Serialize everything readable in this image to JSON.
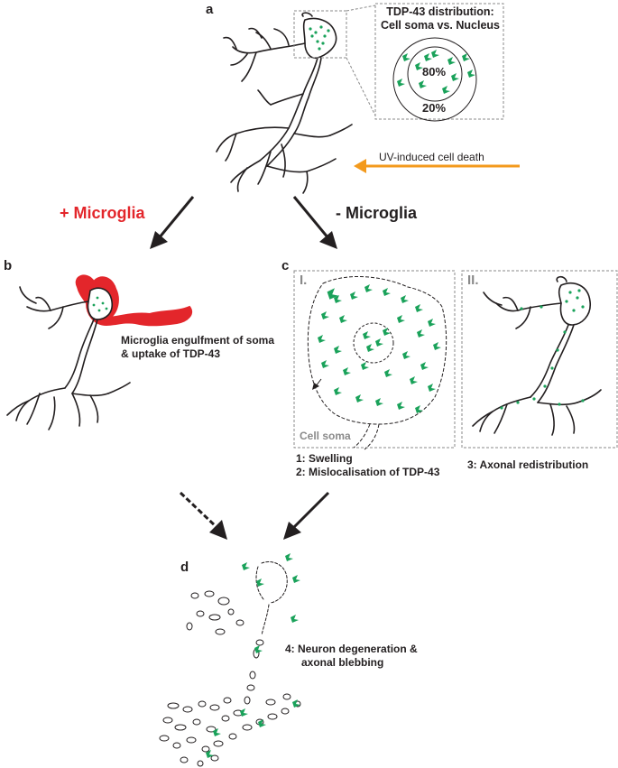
{
  "panels": {
    "a": "a",
    "b": "b",
    "c": "c",
    "d": "d"
  },
  "inset": {
    "title_line1": "TDP-43 distribution:",
    "title_line2": "Cell soma vs. Nucleus",
    "nucleus_percent": "80%",
    "soma_percent": "20%"
  },
  "uv_label": "UV-induced cell death",
  "plus_microglia": "+ Microglia",
  "minus_microglia": "- Microglia",
  "panel_b": {
    "caption_line1": "Microglia engulfment of soma",
    "caption_line2": "& uptake of TDP-43"
  },
  "panel_c": {
    "box1_label": "I.",
    "box2_label": "II.",
    "cell_soma_label": "Cell soma",
    "caption1": "1: Swelling",
    "caption2": "2: Mislocalisation of TDP-43",
    "caption3": "3: Axonal redistribution"
  },
  "panel_d": {
    "caption_line1": "4: Neuron degeneration &",
    "caption_line2": "axonal blebbing"
  },
  "colors": {
    "tdp43_green": "#1aa25a",
    "microglia_red": "#e3262b",
    "uv_arrow_orange": "#f39a1d",
    "outline": "#231f20",
    "box_gray": "#8a8a8a"
  }
}
